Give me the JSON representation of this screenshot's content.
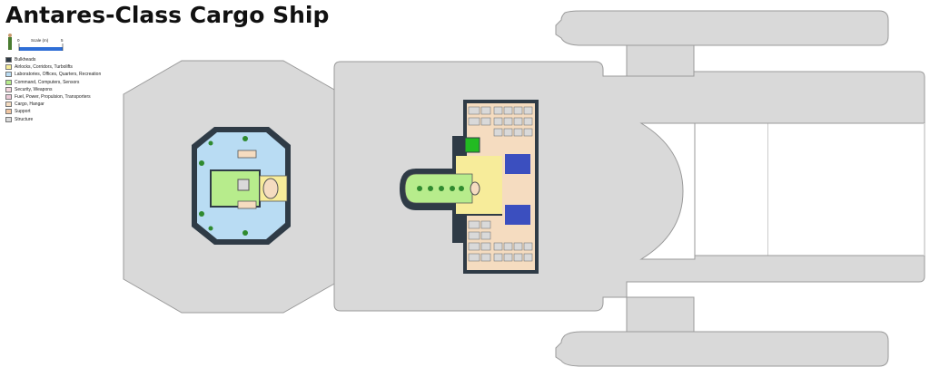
{
  "title": "Antares-Class Cargo Ship",
  "scale": {
    "label": "Scale (m)",
    "start": "0",
    "end": "5"
  },
  "legend": [
    {
      "label": "Bulkheads",
      "color": "#2f3b46"
    },
    {
      "label": "Airlocks, Corridors, Turbolifts",
      "color": "#f7ec9a"
    },
    {
      "label": "Laboratories, Offices, Quarters, Recreation",
      "color": "#b9dcf3"
    },
    {
      "label": "Command, Computers, Sensors",
      "color": "#b7ec8c"
    },
    {
      "label": "Security, Weapons",
      "color": "#f5d6de"
    },
    {
      "label": "Fuel, Power, Propulsion, Transporters",
      "color": "#ebc9d6"
    },
    {
      "label": "Cargo, Hangar",
      "color": "#f5dcc0"
    },
    {
      "label": "Support",
      "color": "#f1c7a3"
    },
    {
      "label": "Structure",
      "color": "#d9d9d9"
    }
  ],
  "colors": {
    "structure": "#d9d9d9",
    "outline": "#9a9a9a",
    "bulkhead": "#2f3b46",
    "corridor": "#f7ec9a",
    "quarters": "#b9dcf3",
    "command": "#b7ec8c",
    "cargo": "#f5dcc0",
    "transporter": "#3b4fbf",
    "bright_green": "#22bb22"
  }
}
